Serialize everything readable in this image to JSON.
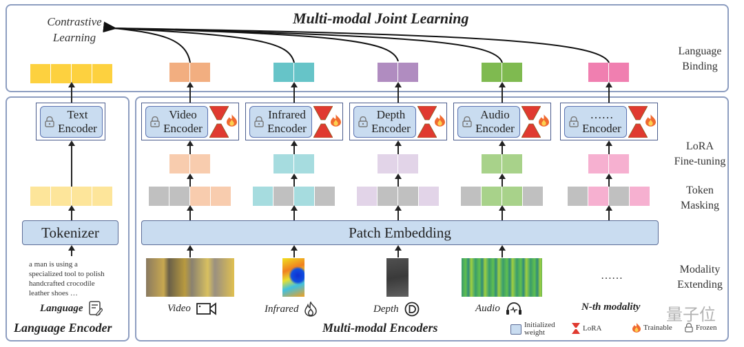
{
  "title": "Multi-modal Joint Learning",
  "contrastive_label": [
    "Contrastive",
    "Learning"
  ],
  "stages": {
    "language_binding": [
      "Language",
      "Binding"
    ],
    "lora_finetuning": [
      "LoRA",
      "Fine-tuning"
    ],
    "token_masking": [
      "Token",
      "Masking"
    ],
    "modality_extending": [
      "Modality",
      "Extending"
    ]
  },
  "language_encoder": {
    "panel_title": "Language Encoder",
    "encoder_label": [
      "Text",
      "Encoder"
    ],
    "tokenizer_label": "Tokenizer",
    "caption": [
      "a man is using a",
      "specialized tool to polish",
      "handcrafted crocodile",
      "leather shoes …"
    ],
    "modality_label": "Language",
    "modality_icon": "edit-document-icon",
    "token_colors": {
      "binding": "#fdd13f",
      "input": "#fde59a"
    }
  },
  "multimodal": {
    "panel_title": "Multi-modal Encoders",
    "patch_embedding_label": "Patch Embedding",
    "branches": [
      {
        "name": "video",
        "encoder_label": [
          "Video",
          "Encoder"
        ],
        "modality_label": "Video",
        "icon": "video-camera-icon",
        "bind_color": "#f2ae80",
        "lora_color": "#f8ccae",
        "mask": [
          0,
          0,
          1,
          1
        ]
      },
      {
        "name": "infrared",
        "encoder_label": [
          "Infrared",
          "Encoder"
        ],
        "modality_label": "Infrared",
        "icon": "flame-outline-icon",
        "bind_color": "#66c4c8",
        "lora_color": "#a6dcdf",
        "mask": [
          1,
          0,
          1,
          0
        ]
      },
      {
        "name": "depth",
        "encoder_label": [
          "Depth",
          "Encoder"
        ],
        "modality_label": "Depth",
        "icon": "depth-d-icon",
        "bind_color": "#b08cc0",
        "lora_color": "#e2d4e8",
        "mask": [
          1,
          0,
          0,
          1
        ]
      },
      {
        "name": "audio",
        "encoder_label": [
          "Audio",
          "Encoder"
        ],
        "modality_label": "Audio",
        "icon": "headphones-icon",
        "bind_color": "#7fba50",
        "lora_color": "#a8d28a",
        "mask": [
          0,
          1,
          1,
          0
        ]
      },
      {
        "name": "nth",
        "encoder_label": [
          "……",
          "Encoder"
        ],
        "modality_label": "N-th modality",
        "icon": "none",
        "bind_color": "#f07fb0",
        "lora_color": "#f6b0d0",
        "mask": [
          0,
          1,
          0,
          1
        ]
      }
    ],
    "nth_placeholder": "……",
    "masked_color": "#c0c0c0"
  },
  "legend": {
    "initialized_weight": [
      "Initialized",
      "weight"
    ],
    "lora": "LoRA",
    "trainable": "Trainable",
    "frozen": "Frozen"
  },
  "watermark": "量子位"
}
